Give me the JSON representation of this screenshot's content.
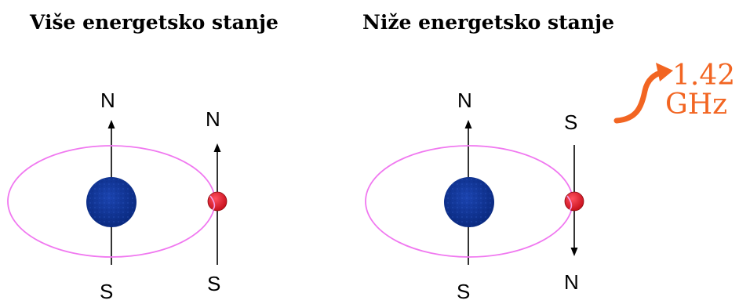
{
  "titles": {
    "left": "Više energetsko stanje",
    "right": "Niže energetsko stanje"
  },
  "labels": {
    "north": "N",
    "south": "S"
  },
  "frequency": {
    "value": "1.42",
    "unit": "GHz"
  },
  "colors": {
    "orbit": "#f078f0",
    "nucleus": "#0b2e8c",
    "electron": "#e02030",
    "photon": "#f26522",
    "axis": "#000000"
  }
}
